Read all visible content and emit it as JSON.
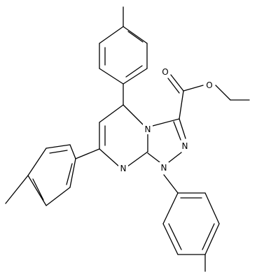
{
  "structure": {
    "atom_labels": {
      "n4": "N",
      "n1": "N",
      "n2": "N",
      "n_pyr": "N",
      "o_carbonyl": "O",
      "o_ester": "O"
    }
  },
  "colors": {
    "bond": "#000000",
    "background": "#ffffff",
    "text": "#000000"
  }
}
